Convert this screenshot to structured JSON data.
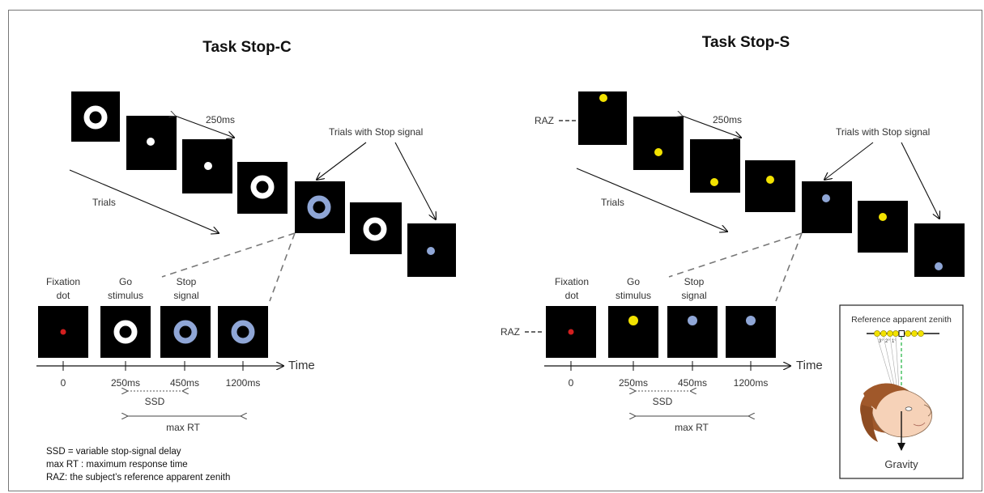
{
  "colors": {
    "screen": "#000000",
    "white_ring": "#ffffff",
    "blue_ring": "#8fa6d6",
    "yellow_dot": "#f2e200",
    "red_dot": "#d21f1f",
    "zenith_line": "#2db84b",
    "skin": "#f6d2b8",
    "hair": "#a0582a"
  },
  "panels": {
    "stop_c": {
      "title": "Task Stop-C",
      "interval_label": "250ms",
      "trials_label": "Trials",
      "stop_signal_label": "Trials with Stop signal",
      "phases": [
        "Fixation dot",
        "Go stimulus",
        "Stop signal"
      ],
      "ticks": [
        "0",
        "250ms",
        "450ms",
        "1200ms"
      ],
      "time_label": "Time",
      "ssd_label": "SSD",
      "maxrt_label": "max RT"
    },
    "stop_s": {
      "title": "Task Stop-S",
      "interval_label": "250ms",
      "trials_label": "Trials",
      "stop_signal_label": "Trials with Stop signal",
      "raz_top": "RAZ",
      "raz_bottom": "RAZ",
      "phases": [
        "Fixation dot",
        "Go stimulus",
        "Stop signal"
      ],
      "ticks": [
        "0",
        "250ms",
        "450ms",
        "1200ms"
      ],
      "time_label": "Time",
      "ssd_label": "SSD",
      "maxrt_label": "max RT"
    }
  },
  "legend": [
    "SSD = variable stop-signal delay",
    "max RT : maximum response time",
    "RAZ: the subject’s reference apparent zenith"
  ],
  "inset": {
    "title": "Reference apparent zenith",
    "gravity": "Gravity",
    "angle_marks": [
      "3°",
      "2°",
      "1°"
    ]
  }
}
